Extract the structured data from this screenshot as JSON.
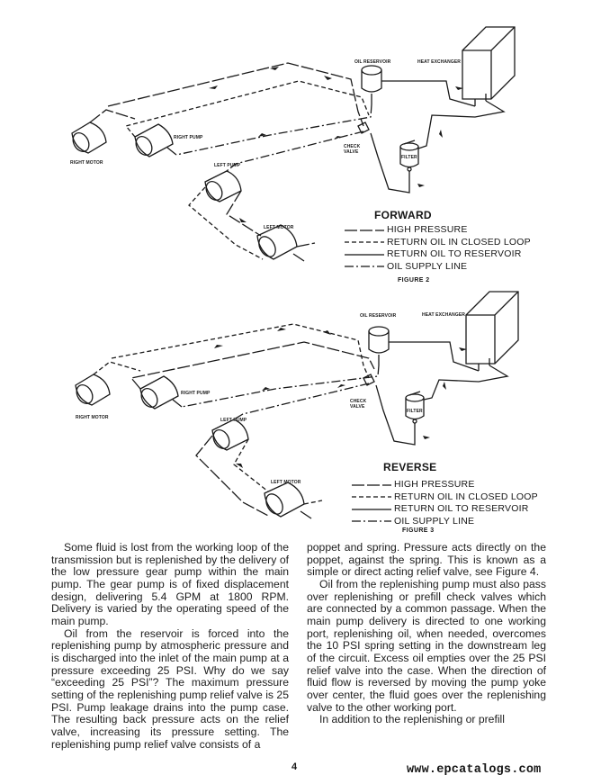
{
  "figure2": {
    "labels": {
      "oil_reservoir": "OIL RESERVOIR",
      "heat_exchanger": "HEAT EXCHANGER",
      "right_pump": "RIGHT PUMP",
      "right_motor": "RIGHT MOTOR",
      "left_pump": "LEFT PUMP",
      "left_motor": "LEFT MOTOR",
      "check_valve": "CHECK\nVALVE",
      "filter": "FILTER"
    },
    "direction": "FORWARD",
    "legend": [
      "HIGH PRESSURE",
      "RETURN OIL IN CLOSED LOOP",
      "RETURN OIL TO RESERVOIR",
      "OIL SUPPLY LINE"
    ],
    "caption": "FIGURE 2"
  },
  "figure3": {
    "labels": {
      "oil_reservoir": "OIL RESERVOIR",
      "heat_exchanger": "HEAT EXCHANGER",
      "right_pump": "RIGHT PUMP",
      "right_motor": "RIGHT MOTOR",
      "left_pump": "LEFT PUMP",
      "left_motor": "LEFT MOTOR",
      "check_valve": "CHECK\nVALVE",
      "filter": "FILTER"
    },
    "direction": "REVERSE",
    "legend": [
      "HIGH PRESSURE",
      "RETURN OIL IN CLOSED LOOP",
      "RETURN OIL TO RESERVOIR",
      "OIL SUPPLY LINE"
    ],
    "caption": "FIGURE 3"
  },
  "body": {
    "left_col": [
      "Some fluid is lost from the working loop of the transmission but is replenished by the delivery of the low pressure gear pump within the main pump. The gear pump is of fixed displacement design, delivering 5.4 GPM at 1800 RPM. Delivery is varied by the operating speed of the main pump.",
      "Oil from the reservoir is forced into the replenishing pump by atmospheric pressure and is discharged into the inlet of the main pump at a pressure exceeding 25 PSI. Why do we say “exceeding 25 PSI”? The maximum pressure setting of the replenishing pump relief valve is 25 PSI. Pump leakage drains into the pump case. The resulting back pressure acts on the relief valve, increasing its pressure setting. The replenishing pump relief valve consists of a"
    ],
    "right_col": [
      "poppet and spring. Pressure acts directly on the poppet, against the spring. This is known as a simple or direct acting relief valve, see Figure 4.",
      "Oil from the replenishing pump must also pass over replenishing or prefill check valves which are connected by a common passage. When the main pump delivery is directed to one working port, replenishing oil, when needed, overcomes the 10 PSI spring setting in the downstream leg of the circuit. Excess oil empties over the 25 PSI relief valve into the case. When the direction of fluid flow is reversed by moving the pump yoke over center, the fluid goes over the replenishing valve to the other working port.",
      "In addition to the replenishing or prefill"
    ]
  },
  "page_number": "4",
  "watermark": "www.epcatalogs.com"
}
